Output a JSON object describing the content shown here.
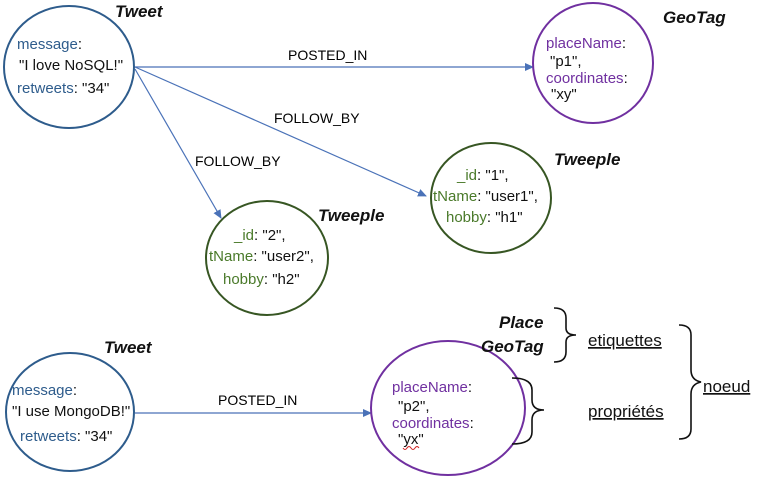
{
  "nodes": {
    "tweet1": {
      "label": "Tweet",
      "message_key": "message",
      "message_val": "\"I love NoSQL!\"",
      "retweets_key": "retweets",
      "retweets_val": ": \"34\""
    },
    "geotag1": {
      "label": "GeoTag",
      "place_key": "placeName",
      "place_val": "\"p1\",",
      "coord_key": "coordinates",
      "coord_val": "\"xy\""
    },
    "tweeple1": {
      "label": "Tweeple",
      "id_key": "_id",
      "id_val": ": \"1\",",
      "tname_key": "tName",
      "tname_val": ": \"user1\",",
      "hobby_key": "hobby",
      "hobby_val": ": \"h1\""
    },
    "tweeple2": {
      "label": "Tweeple",
      "id_key": "_id",
      "id_val": ": \"2\",",
      "tname_key": "tName",
      "tname_val": ": \"user2\",",
      "hobby_key": "hobby",
      "hobby_val": ": \"h2\""
    },
    "tweet2": {
      "label": "Tweet",
      "message_key": "message",
      "message_val": "\"I use MongoDB!\"",
      "retweets_key": "retweets",
      "retweets_val": ": \"34\""
    },
    "geotag2": {
      "label_line1": "Place",
      "label_line2": "GeoTag",
      "place_key": "placeName",
      "place_val": "\"p2\",",
      "coord_key": "coordinates",
      "coord_val": "\"yx\""
    }
  },
  "edges": {
    "posted_in_1": "POSTED_IN",
    "follow_by_1": "FOLLOW_BY",
    "follow_by_2": "FOLLOW_BY",
    "posted_in_2": "POSTED_IN"
  },
  "legend": {
    "etiquettes": "etiquettes",
    "proprietes": "propriétés",
    "noeud": "noeud"
  },
  "colors": {
    "tweet": "#2e5c8c",
    "tweeple": "#375623",
    "geotag": "#7030a0",
    "edge": "#4a72b8"
  }
}
